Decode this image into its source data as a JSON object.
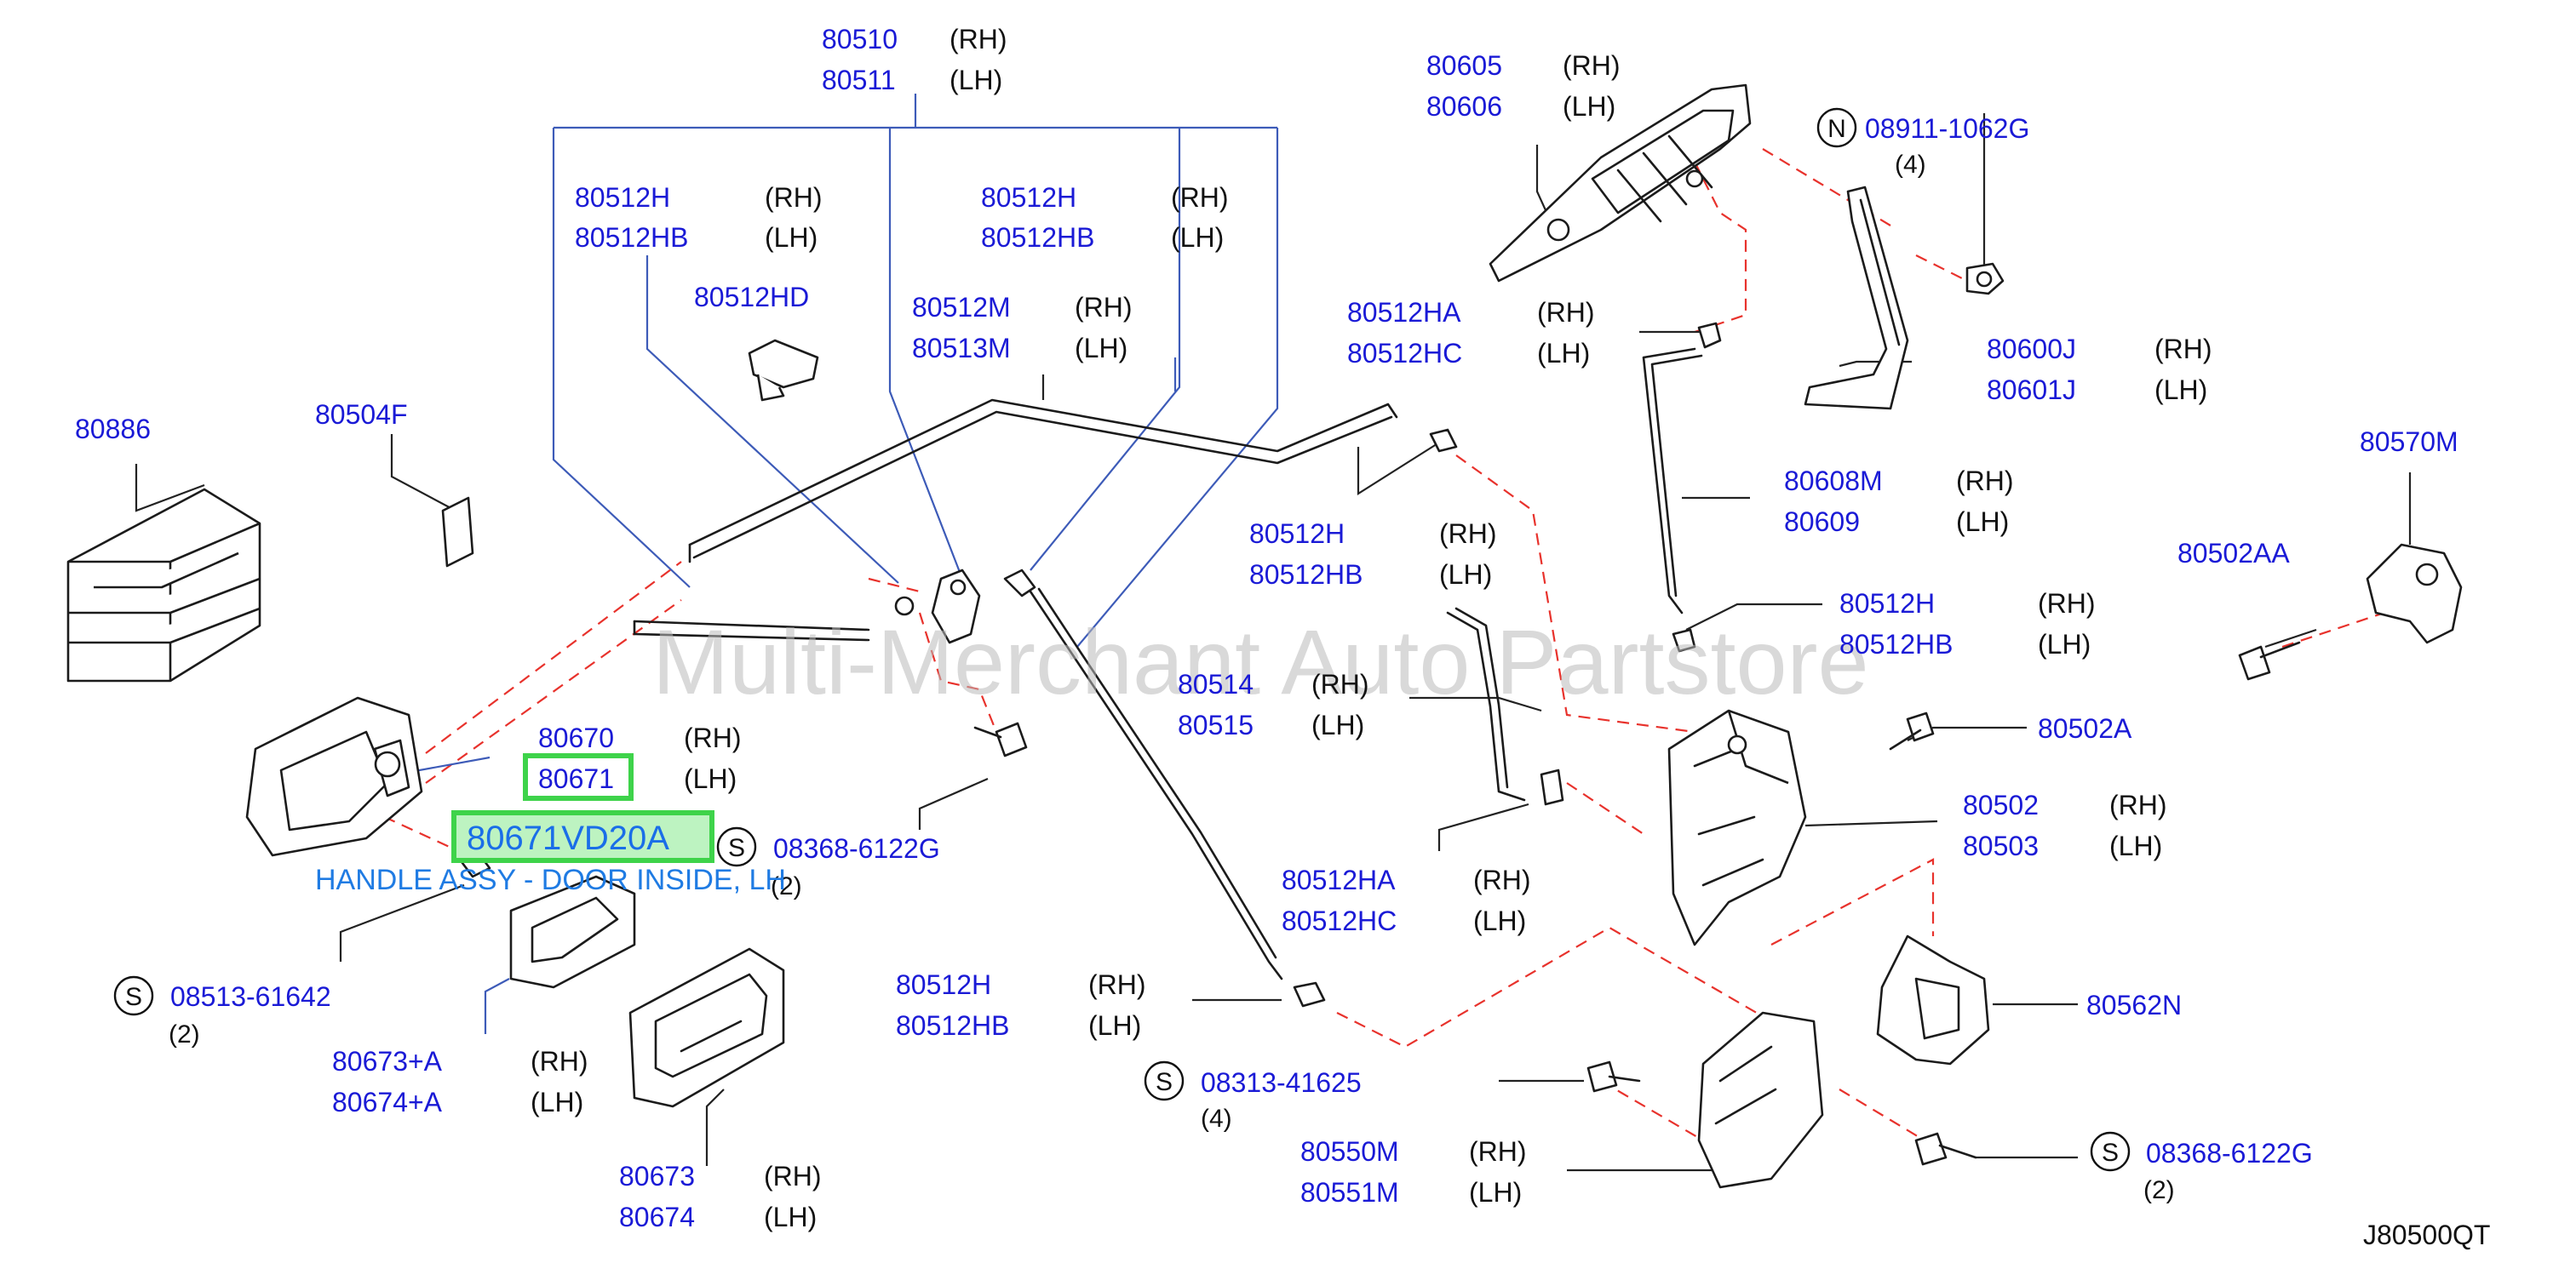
{
  "watermark": "Multi-Merchant Auto Partstore",
  "diagram_code": "J80500QT",
  "highlight": {
    "part_number": "80671VD20A",
    "description": "HANDLE ASSY - DOOR INSIDE, LH"
  },
  "callouts": [
    {
      "id": "c80510",
      "parts": [
        {
          "pn": "80510",
          "side": "(RH)"
        },
        {
          "pn": "80511",
          "side": "(LH)"
        }
      ]
    },
    {
      "id": "c80512h-a",
      "parts": [
        {
          "pn": "80512H",
          "side": "(RH)"
        },
        {
          "pn": "80512HB",
          "side": "(LH)"
        }
      ]
    },
    {
      "id": "c80512h-b",
      "parts": [
        {
          "pn": "80512H",
          "side": "(RH)"
        },
        {
          "pn": "80512HB",
          "side": "(LH)"
        }
      ]
    },
    {
      "id": "c80512hd",
      "parts": [
        {
          "pn": "80512HD",
          "side": ""
        }
      ]
    },
    {
      "id": "c80512m",
      "parts": [
        {
          "pn": "80512M",
          "side": "(RH)"
        },
        {
          "pn": "80513M",
          "side": "(LH)"
        }
      ]
    },
    {
      "id": "c80886",
      "parts": [
        {
          "pn": "80886",
          "side": ""
        }
      ]
    },
    {
      "id": "c80504f",
      "parts": [
        {
          "pn": "80504F",
          "side": ""
        }
      ]
    },
    {
      "id": "c80605",
      "parts": [
        {
          "pn": "80605",
          "side": "(RH)"
        },
        {
          "pn": "80606",
          "side": "(LH)"
        }
      ]
    },
    {
      "id": "c08911",
      "symbol": "N",
      "parts": [
        {
          "pn": "08911-1062G",
          "side": ""
        }
      ],
      "qty": "(4)"
    },
    {
      "id": "c80512ha-a",
      "parts": [
        {
          "pn": "80512HA",
          "side": "(RH)"
        },
        {
          "pn": "80512HC",
          "side": "(LH)"
        }
      ]
    },
    {
      "id": "c80600j",
      "parts": [
        {
          "pn": "80600J",
          "side": "(RH)"
        },
        {
          "pn": "80601J",
          "side": "(LH)"
        }
      ]
    },
    {
      "id": "c80570m",
      "parts": [
        {
          "pn": "80570M",
          "side": ""
        }
      ]
    },
    {
      "id": "c80608m",
      "parts": [
        {
          "pn": "80608M",
          "side": "(RH)"
        },
        {
          "pn": "80609",
          "side": "(LH)"
        }
      ]
    },
    {
      "id": "c80512h-c",
      "parts": [
        {
          "pn": "80512H",
          "side": "(RH)"
        },
        {
          "pn": "80512HB",
          "side": "(LH)"
        }
      ]
    },
    {
      "id": "c80502aa",
      "parts": [
        {
          "pn": "80502AA",
          "side": ""
        }
      ]
    },
    {
      "id": "c80512h-d",
      "parts": [
        {
          "pn": "80512H",
          "side": "(RH)"
        },
        {
          "pn": "80512HB",
          "side": "(LH)"
        }
      ]
    },
    {
      "id": "c80514",
      "parts": [
        {
          "pn": "80514",
          "side": "(RH)"
        },
        {
          "pn": "80515",
          "side": "(LH)"
        }
      ]
    },
    {
      "id": "c80502a",
      "parts": [
        {
          "pn": "80502A",
          "side": ""
        }
      ]
    },
    {
      "id": "c80670",
      "parts": [
        {
          "pn": "80670",
          "side": "(RH)"
        },
        {
          "pn": "80671",
          "side": "(LH)"
        }
      ]
    },
    {
      "id": "c08368-a",
      "symbol": "S",
      "parts": [
        {
          "pn": "08368-6122G",
          "side": ""
        }
      ],
      "qty": "(2)"
    },
    {
      "id": "c80502",
      "parts": [
        {
          "pn": "80502",
          "side": "(RH)"
        },
        {
          "pn": "80503",
          "side": "(LH)"
        }
      ]
    },
    {
      "id": "c80512ha-b",
      "parts": [
        {
          "pn": "80512HA",
          "side": "(RH)"
        },
        {
          "pn": "80512HC",
          "side": "(LH)"
        }
      ]
    },
    {
      "id": "c08513",
      "symbol": "S",
      "parts": [
        {
          "pn": "08513-61642",
          "side": ""
        }
      ],
      "qty": "(2)"
    },
    {
      "id": "c80512h-e",
      "parts": [
        {
          "pn": "80512H",
          "side": "(RH)"
        },
        {
          "pn": "80512HB",
          "side": "(LH)"
        }
      ]
    },
    {
      "id": "c80562n",
      "parts": [
        {
          "pn": "80562N",
          "side": ""
        }
      ]
    },
    {
      "id": "c80673a",
      "parts": [
        {
          "pn": "80673+A",
          "side": "(RH)"
        },
        {
          "pn": "80674+A",
          "side": "(LH)"
        }
      ]
    },
    {
      "id": "c08313",
      "symbol": "S",
      "parts": [
        {
          "pn": "08313-41625",
          "side": ""
        }
      ],
      "qty": "(4)"
    },
    {
      "id": "c80550m",
      "parts": [
        {
          "pn": "80550M",
          "side": "(RH)"
        },
        {
          "pn": "80551M",
          "side": "(LH)"
        }
      ]
    },
    {
      "id": "c08368-b",
      "symbol": "S",
      "parts": [
        {
          "pn": "08368-6122G",
          "side": ""
        }
      ],
      "qty": "(2)"
    },
    {
      "id": "c80673",
      "parts": [
        {
          "pn": "80673",
          "side": "(RH)"
        },
        {
          "pn": "80674",
          "side": "(LH)"
        }
      ]
    }
  ]
}
